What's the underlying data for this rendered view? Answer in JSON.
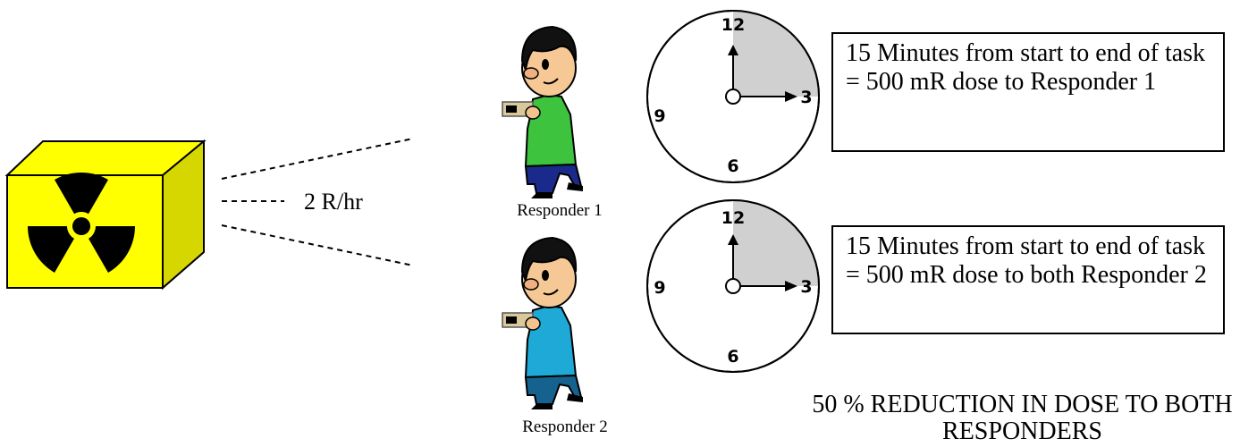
{
  "source": {
    "label": "2 R/hr",
    "icon": "radiation-trefoil-icon",
    "color": "#ffff00"
  },
  "responders": [
    {
      "label": "Responder 1",
      "shirt_color": "#3ec33e"
    },
    {
      "label": "Responder 2",
      "shirt_color": "#1fa9d6"
    }
  ],
  "clocks": [
    {
      "numbers": [
        "12",
        "3",
        "6",
        "9"
      ],
      "elapsed_minutes": 15
    },
    {
      "numbers": [
        "12",
        "3",
        "6",
        "9"
      ],
      "elapsed_minutes": 15
    }
  ],
  "notes": [
    "15 Minutes from start to end of task = 500 mR dose to Responder 1",
    "15 Minutes from start to end of task = 500 mR dose to both Responder 2"
  ],
  "conclusion": "50 % REDUCTION IN DOSE TO BOTH RESPONDERS"
}
